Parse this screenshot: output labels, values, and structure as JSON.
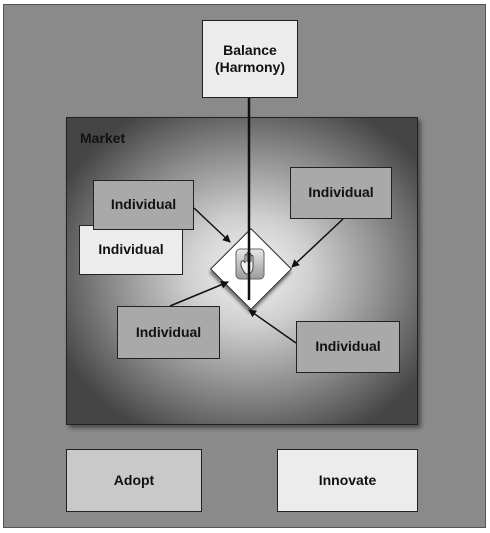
{
  "balance_label": "Balance\n(Harmony)",
  "market_label": "Market",
  "individual_label": "Individual",
  "adopt_label": "Adopt",
  "innovate_label": "Innovate",
  "hub_icon": "hand-icon"
}
